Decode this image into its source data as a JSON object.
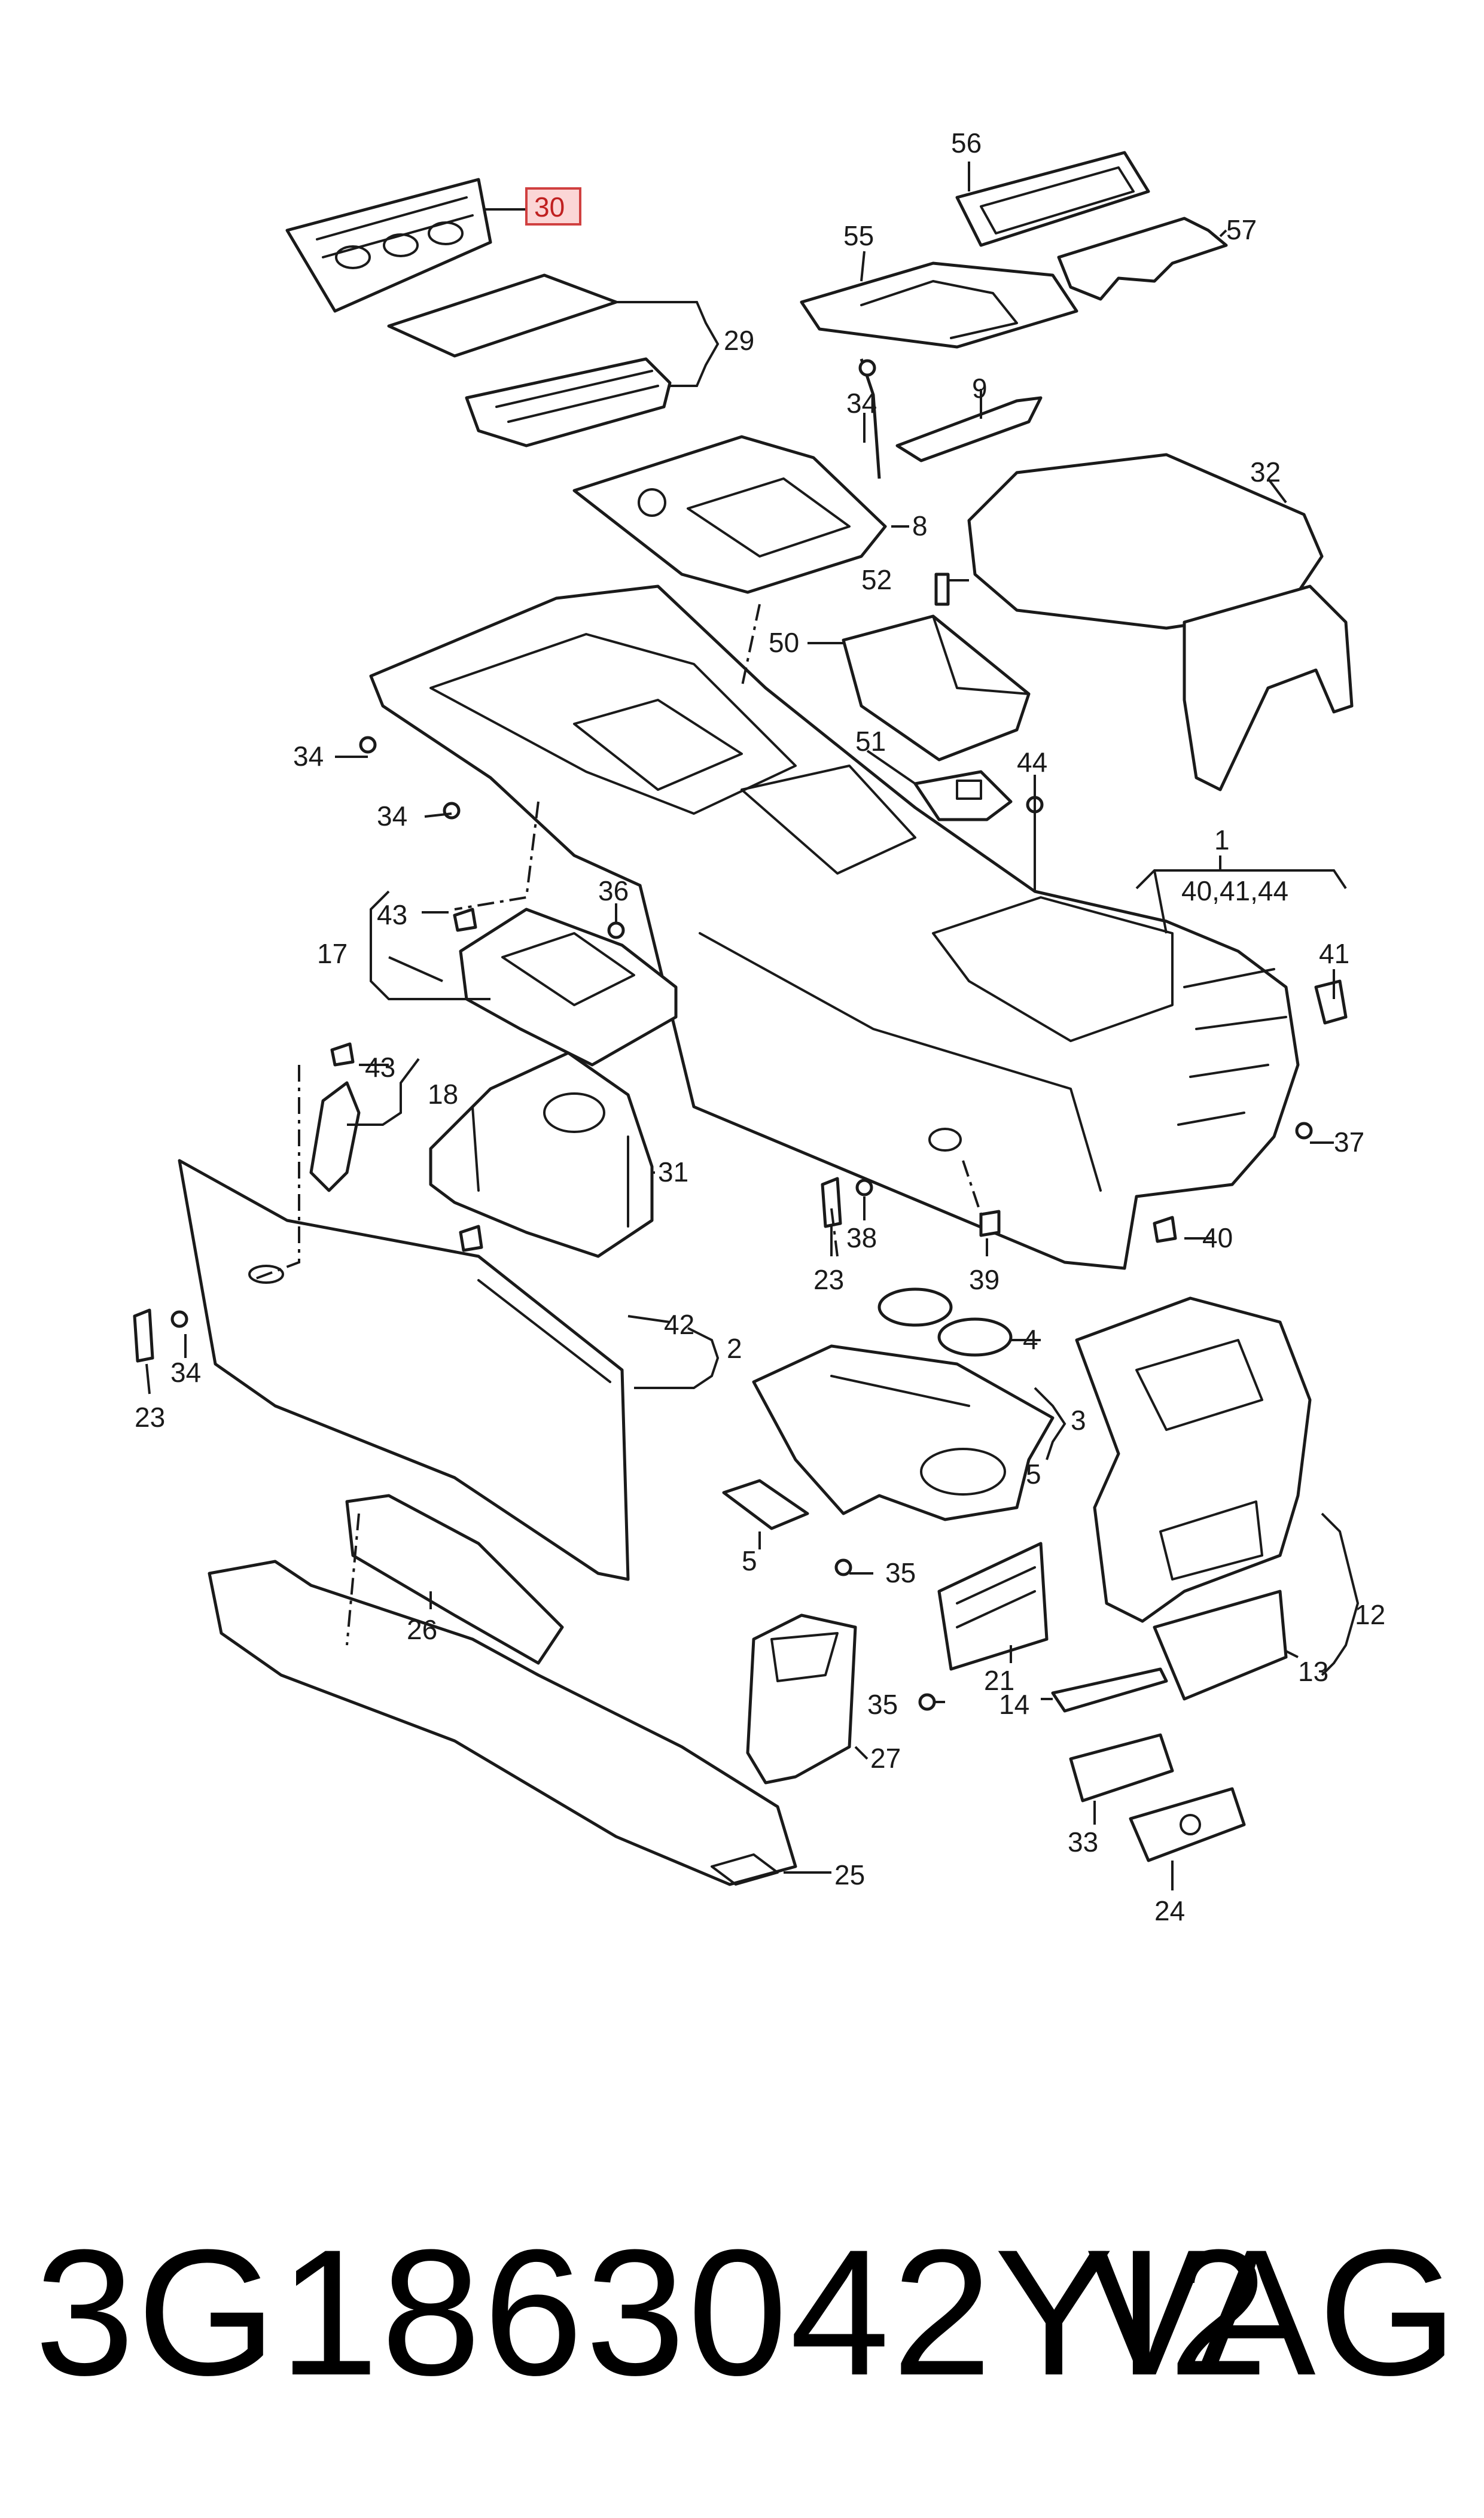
{
  "diagram": {
    "highlighted_callout": "30",
    "callouts": [
      "56",
      "57",
      "55",
      "30",
      "29",
      "34",
      "9",
      "32",
      "8",
      "52",
      "50",
      "34",
      "34",
      "51",
      "44",
      "36",
      "1",
      "40,41,44",
      "43",
      "17",
      "41",
      "43",
      "18",
      "31",
      "37",
      "38",
      "23",
      "39",
      "40",
      "42",
      "2",
      "34",
      "23",
      "4",
      "3",
      "5",
      "5",
      "35",
      "12",
      "26",
      "21",
      "13",
      "35",
      "14",
      "27",
      "33",
      "25",
      "24"
    ]
  },
  "footer": {
    "part_number": "3G1863042YI2",
    "brand": "VAG"
  },
  "colors": {
    "line": "#1a1a1a",
    "highlight_fill": "#fbd6d6",
    "highlight_stroke": "#d04040"
  }
}
